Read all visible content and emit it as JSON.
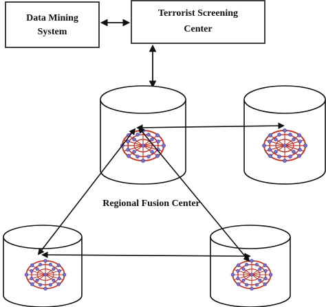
{
  "boxes": {
    "data_mining_line1": "Data Mining",
    "data_mining_line2": "System",
    "screening_line1": "Terrorist Screening",
    "screening_line2": "Center"
  },
  "labels": {
    "regional_fusion": "Regional Fusion Center"
  },
  "colors": {
    "stroke": "#111111",
    "node": "#7a6fd0",
    "bond": "#c0392b"
  },
  "icons": {
    "molecule": "fullerene-molecule-icon",
    "database": "cylinder-database-icon"
  }
}
